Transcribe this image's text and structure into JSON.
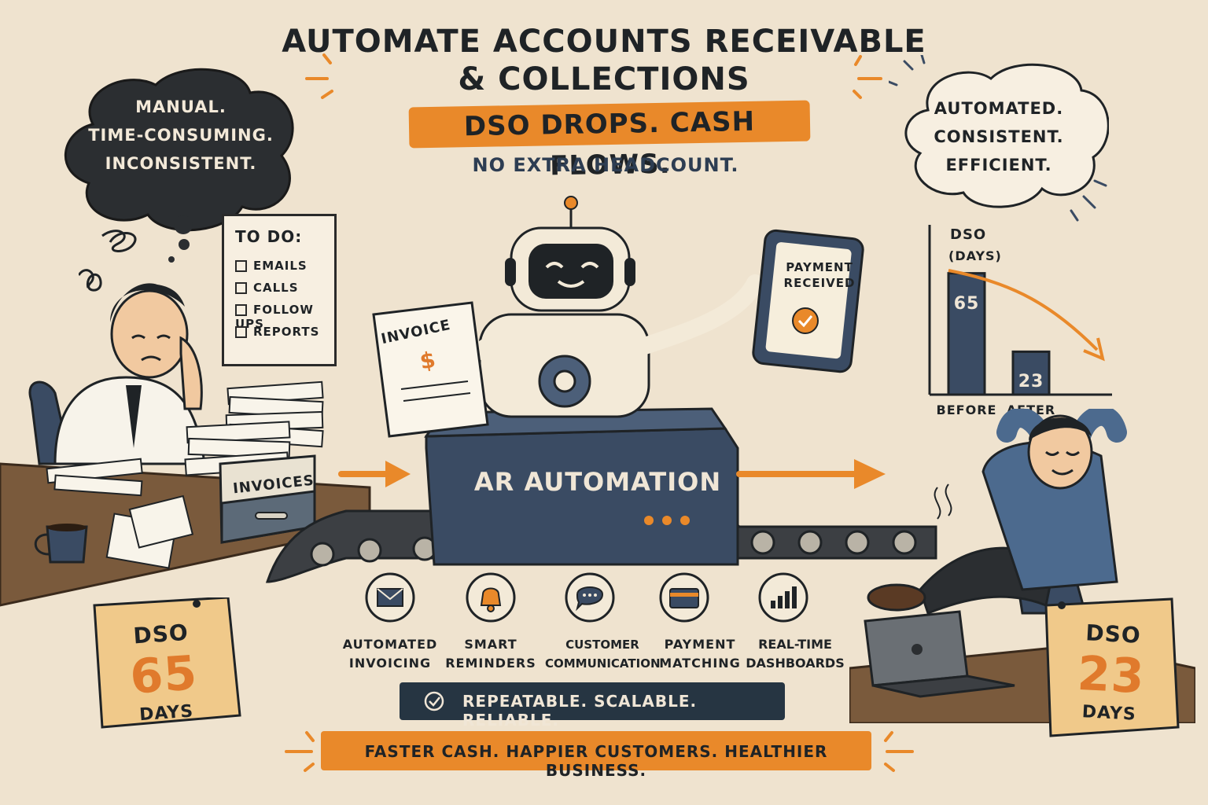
{
  "header": {
    "title_line1": "AUTOMATE ACCOUNTS RECEIVABLE",
    "title_line2": "& COLLECTIONS",
    "tagline": "DSO DROPS. CASH FLOWS.",
    "subtagline": "NO EXTRA HEADCOUNT."
  },
  "before": {
    "thought_lines": [
      "MANUAL.",
      "TIME-CONSUMING.",
      "INCONSISTENT."
    ],
    "todo_title": "TO DO:",
    "todo_items": [
      "EMAILS",
      "CALLS",
      "FOLLOW UPS",
      "REPORTS"
    ],
    "inbox_label": "INVOICES",
    "calendar": {
      "label": "DSO",
      "value": "65",
      "unit": "DAYS"
    }
  },
  "center": {
    "invoice_label": "INVOICE",
    "invoice_symbol": "$",
    "tablet_text": "PAYMENT RECEIVED",
    "machine_label": "AR AUTOMATION",
    "features": [
      {
        "icon": "envelope-icon",
        "line1": "AUTOMATED",
        "line2": "INVOICING"
      },
      {
        "icon": "bell-icon",
        "line1": "SMART",
        "line2": "REMINDERS"
      },
      {
        "icon": "chat-bubble-icon",
        "line1": "CUSTOMER",
        "line2": "COMMUNICATION"
      },
      {
        "icon": "credit-card-icon",
        "line1": "PAYMENT",
        "line2": "MATCHING"
      },
      {
        "icon": "bar-chart-icon",
        "line1": "REAL-TIME",
        "line2": "DASHBOARDS"
      }
    ],
    "banner_dark": "REPEATABLE. SCALABLE. RELIABLE.",
    "banner_orange": "FASTER CASH. HAPPIER CUSTOMERS. HEALTHIER BUSINESS."
  },
  "after": {
    "thought_lines": [
      "AUTOMATED.",
      "CONSISTENT.",
      "EFFICIENT."
    ],
    "calendar": {
      "label": "DSO",
      "value": "23",
      "unit": "DAYS"
    }
  },
  "chart_data": {
    "type": "bar",
    "title": "",
    "ylabel_line1": "DSO",
    "ylabel_line2": "(DAYS)",
    "categories": [
      "BEFORE",
      "AFTER"
    ],
    "values": [
      65,
      23
    ],
    "value_labels": [
      "65",
      "23"
    ],
    "ylim": [
      0,
      80
    ],
    "grid": false,
    "trend_arrow": "downward"
  },
  "colors": {
    "background": "#efe3cf",
    "accent_orange": "#e9892a",
    "navy": "#3a4b63",
    "dark": "#263542"
  }
}
